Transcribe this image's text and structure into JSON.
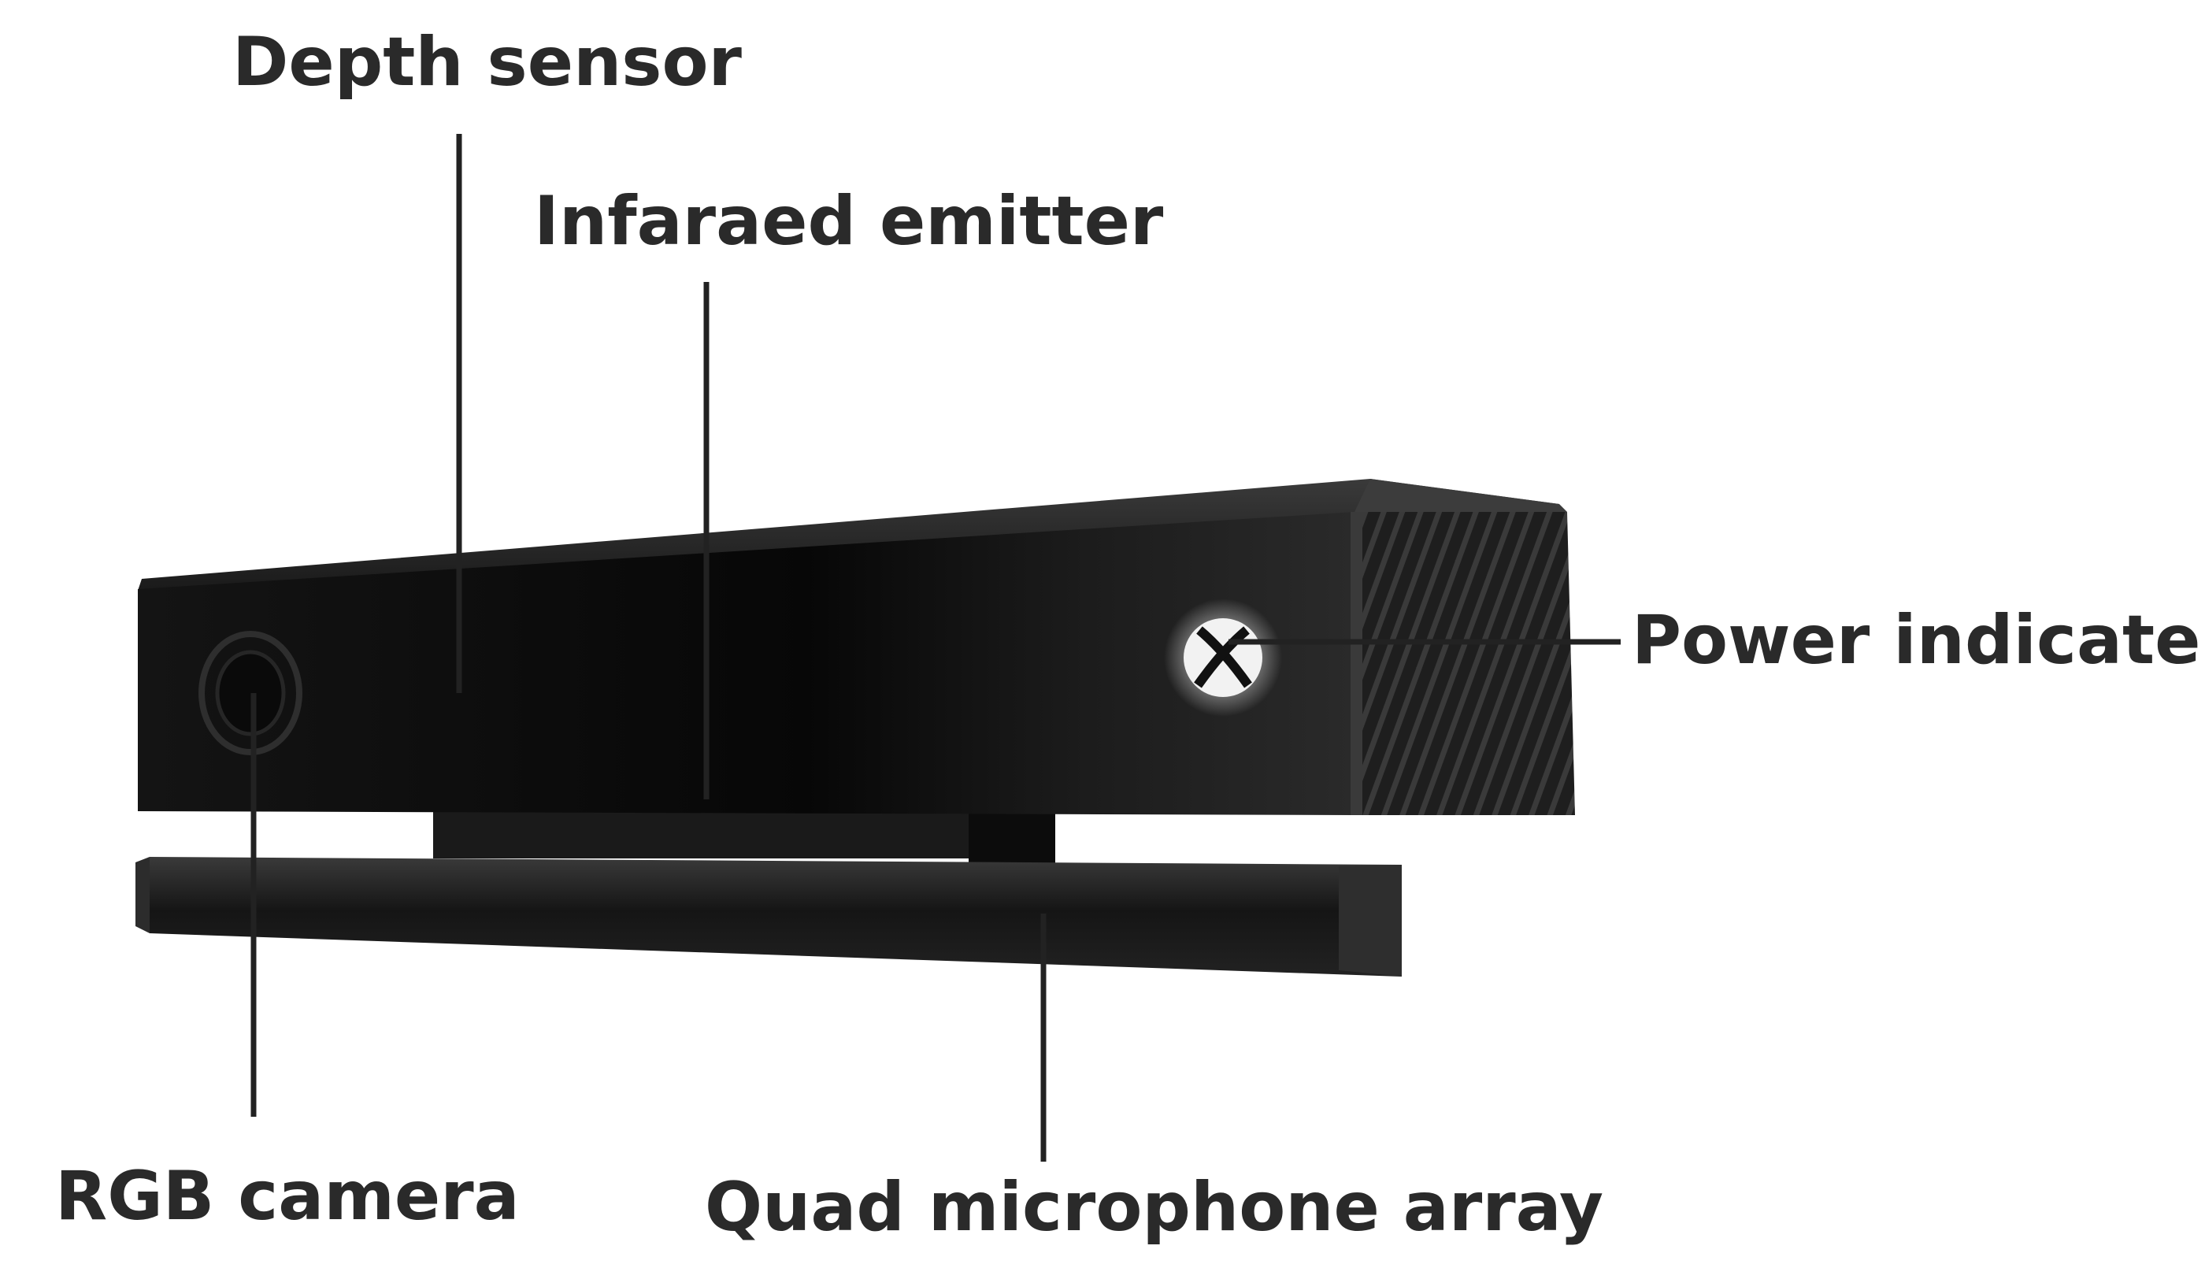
{
  "labels": {
    "depth_sensor": "Depth sensor",
    "infrared_emitter": "Infaraed emitter",
    "power_indicator": "Power indicater",
    "rgb_camera": "RGB camera",
    "microphone_array": "Quad microphone array"
  },
  "colors": {
    "background": "#ffffff",
    "device_body": "#0d0d0d",
    "leader_line": "#222222",
    "label_text": "#2a2a2a",
    "logo_glow": "#f2f2f2"
  },
  "icons": {
    "logo": "xbox-logo-icon",
    "camera": "camera-lens-icon"
  }
}
